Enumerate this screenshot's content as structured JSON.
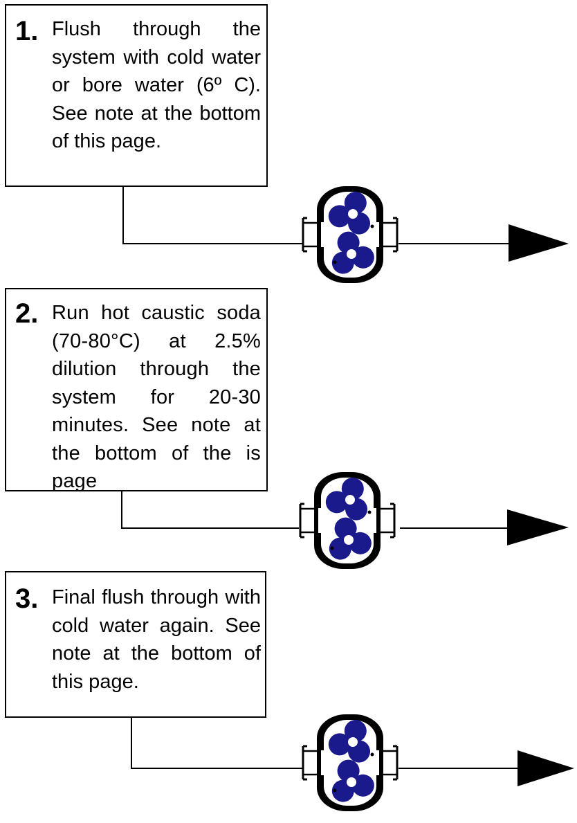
{
  "steps": [
    {
      "number": "1.",
      "text": "Flush through the system with cold water or bore water (6º C).  See note at the bottom of this page."
    },
    {
      "number": "2.",
      "text": "Run hot caustic soda (70-80°C) at 2.5% dilution through the system for 20-30 minutes. See note at the bottom of the is page"
    },
    {
      "number": "3.",
      "text": "Final flush through with cold water again. See note at the bottom of this page."
    }
  ],
  "colors": {
    "rotor": "#1a1a8c",
    "line": "#000000",
    "pump_casing": "#000000"
  },
  "icons": [
    "lobe-pump-icon",
    "arrow-right-icon"
  ]
}
